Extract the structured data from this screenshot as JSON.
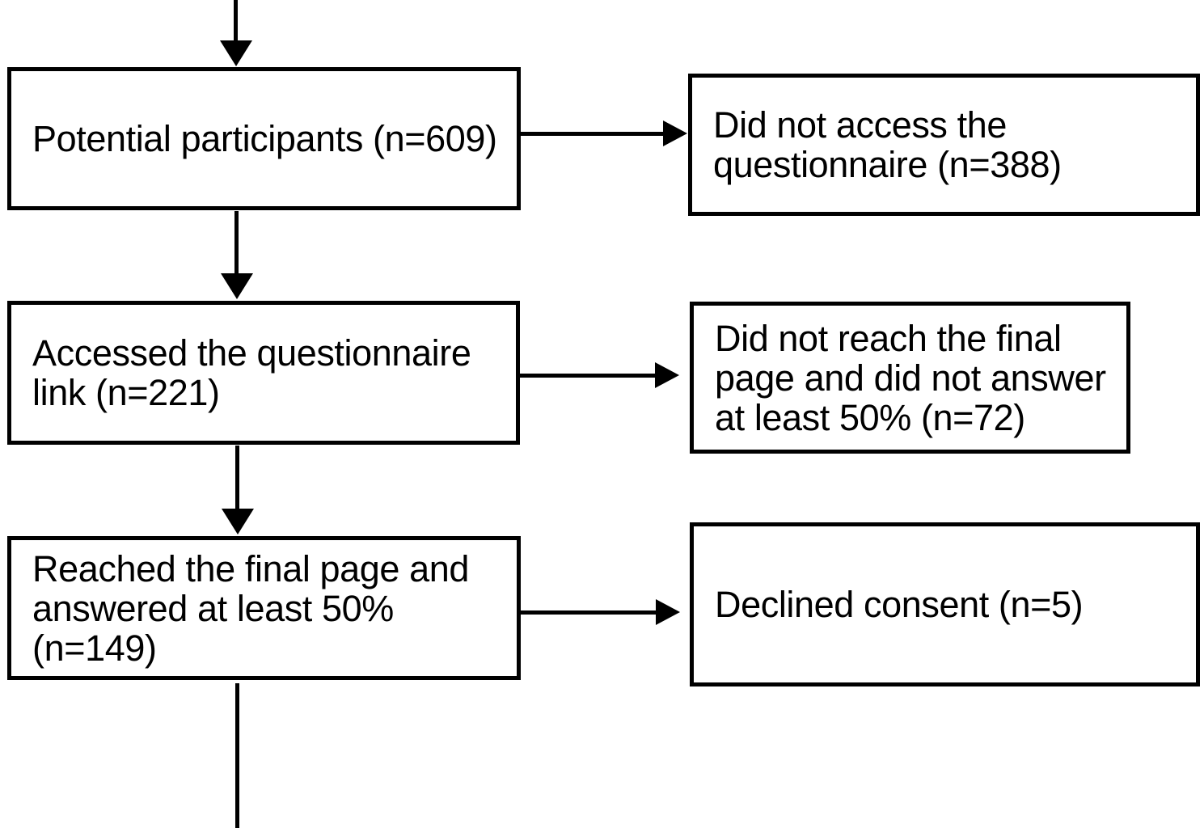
{
  "diagram": {
    "type": "participant-flow-diagram",
    "orientation": "top-to-bottom",
    "background_color": "#ffffff",
    "line_color": "#000000",
    "text_color": "#000000",
    "flow_boxes": [
      {
        "id": "potential-participants",
        "column": "left",
        "row": 1,
        "label": "Potential participants (n=609)",
        "count": 609
      },
      {
        "id": "accessed-link",
        "column": "left",
        "row": 2,
        "label": "Accessed the questionnaire\nlink (n=221)",
        "count": 221
      },
      {
        "id": "reached-final-page",
        "column": "left",
        "row": 3,
        "label": "Reached the final page and\nanswered at least 50%\n(n=149)",
        "count": 149
      },
      {
        "id": "did-not-access",
        "column": "right",
        "row": 1,
        "label": "Did not access the\nquestionnaire (n=388)",
        "count": 388
      },
      {
        "id": "did-not-reach",
        "column": "right",
        "row": 2,
        "label": "Did not reach the final\npage and did not answer\nat least 50% (n=72)",
        "count": 72
      },
      {
        "id": "declined-consent",
        "column": "right",
        "row": 3,
        "label": "Declined consent (n=5)",
        "count": 5
      }
    ],
    "connectors": [
      {
        "id": "entry",
        "from": "above-image-edge",
        "to": "potential-participants",
        "direction": "down",
        "arrowhead": true
      },
      {
        "id": "1to2",
        "from": "potential-participants",
        "to": "accessed-link",
        "direction": "down",
        "arrowhead": true
      },
      {
        "id": "2to3",
        "from": "accessed-link",
        "to": "reached-final-page",
        "direction": "down",
        "arrowhead": true
      },
      {
        "id": "3toend",
        "from": "reached-final-page",
        "to": "below-image-edge",
        "direction": "down",
        "arrowhead": false
      },
      {
        "id": "ex1",
        "from": "potential-participants",
        "to": "did-not-access",
        "direction": "right",
        "arrowhead": true
      },
      {
        "id": "ex2",
        "from": "accessed-link",
        "to": "did-not-reach",
        "direction": "right",
        "arrowhead": true
      },
      {
        "id": "ex3",
        "from": "reached-final-page",
        "to": "declined-consent",
        "direction": "right",
        "arrowhead": true
      }
    ]
  }
}
